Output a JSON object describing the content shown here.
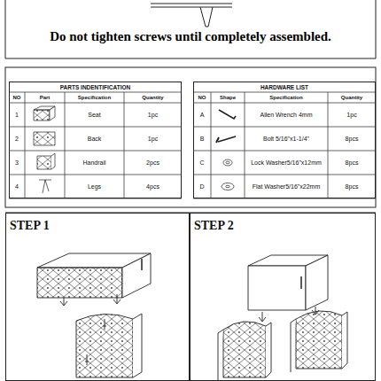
{
  "diagram": {
    "nodes": [
      {
        "text": [
          "PARTS INDENTIFICATION"
        ]
      },
      {
        "text": [
          "HARDWARE LIST"
        ]
      },
      {
        "text": [
          "STEP 1"
        ]
      },
      {
        "text": [
          "STEP 2"
        ]
      }
    ],
    "labels": [
      "Do not tighten screws until completely assembled.",
      "NO",
      "Part",
      "Specification",
      "Quantity",
      "1",
      "Seat",
      "1pc",
      "2",
      "Back",
      "1pc",
      "3",
      "Handrail",
      "2pcs",
      "4",
      "Legs",
      "4pcs",
      "NO",
      "Shape",
      "Specification",
      "Quantity",
      "A",
      "Allen Wrench 4mm",
      "1pc",
      "B",
      "Bolt 5/16\"x1-1/4\"",
      "8pcs",
      "C",
      "Lock Washer5/16\"x12mm",
      "8pcs",
      "D",
      "Flat Washer5/16\"x22mm",
      "8pcs"
    ]
  }
}
